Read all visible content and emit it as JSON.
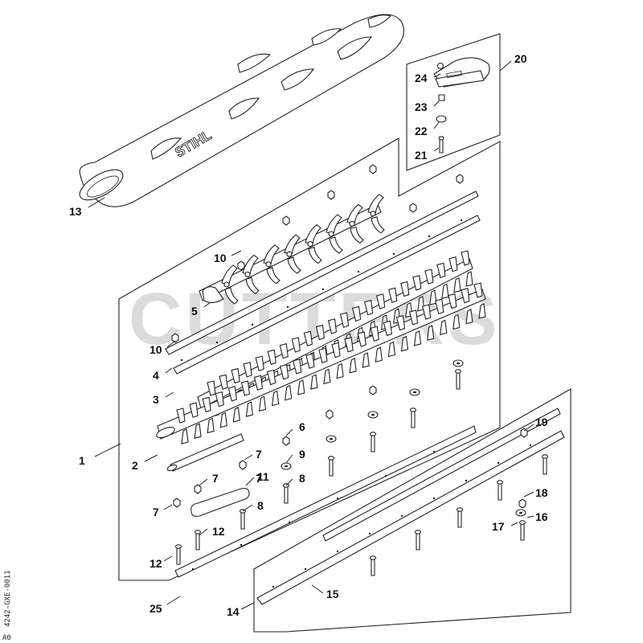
{
  "brand_logo": "STIHL",
  "watermark": "CUTTERS",
  "side_code": "4242-GXE-0011",
  "side_tag": "A0",
  "callouts": [
    {
      "id": "c1",
      "label": "1"
    },
    {
      "id": "c2",
      "label": "2"
    },
    {
      "id": "c3",
      "label": "3"
    },
    {
      "id": "c4",
      "label": "4"
    },
    {
      "id": "c5",
      "label": "5"
    },
    {
      "id": "c6",
      "label": "6"
    },
    {
      "id": "c7a",
      "label": "7"
    },
    {
      "id": "c7b",
      "label": "7"
    },
    {
      "id": "c7c",
      "label": "7"
    },
    {
      "id": "c7d",
      "label": "7"
    },
    {
      "id": "c8a",
      "label": "8"
    },
    {
      "id": "c8b",
      "label": "8"
    },
    {
      "id": "c9",
      "label": "9"
    },
    {
      "id": "c10a",
      "label": "10"
    },
    {
      "id": "c10b",
      "label": "10"
    },
    {
      "id": "c11",
      "label": "11"
    },
    {
      "id": "c12a",
      "label": "12"
    },
    {
      "id": "c12b",
      "label": "12"
    },
    {
      "id": "c13",
      "label": "13"
    },
    {
      "id": "c14",
      "label": "14"
    },
    {
      "id": "c15",
      "label": "15"
    },
    {
      "id": "c16",
      "label": "16"
    },
    {
      "id": "c17",
      "label": "17"
    },
    {
      "id": "c18",
      "label": "18"
    },
    {
      "id": "c19",
      "label": "19"
    },
    {
      "id": "c20",
      "label": "20"
    },
    {
      "id": "c21",
      "label": "21"
    },
    {
      "id": "c22",
      "label": "22"
    },
    {
      "id": "c23",
      "label": "23"
    },
    {
      "id": "c24",
      "label": "24"
    },
    {
      "id": "c25",
      "label": "25"
    }
  ]
}
